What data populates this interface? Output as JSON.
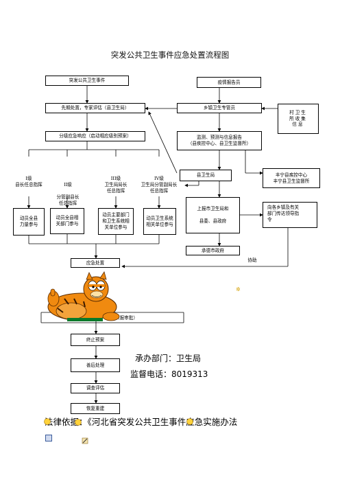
{
  "title": "突发公共卫生事件应急处置流程图",
  "left": {
    "event": "突发公共卫生事件",
    "initial": "先期处置，专家评估（县卫生局）",
    "graded": "分级应急响应（启动相应级别预案）",
    "levels": [
      {
        "name": "I级",
        "desc": "县长任总指挥"
      },
      {
        "name": "II级",
        "desc": "分管副县长\n任总指挥"
      },
      {
        "name": "III级",
        "desc": "卫生局局长\n任总指挥"
      },
      {
        "name": "IV级",
        "desc": "卫生局分管副局长\n任总指挥"
      }
    ],
    "actions": [
      "动员全县\n力量参与",
      "动员全县相\n关部门参与",
      "动员主要部门\n和卫生系统相\n关单位参与",
      "动员卫生系统\n相关单位参与"
    ],
    "response": "应急处置",
    "report_approval": "（报审批）",
    "terminate": "终止预案",
    "aftermath": "善后处理",
    "investigation": "调查评估",
    "recovery": "恢复重建"
  },
  "right": {
    "reporter": "疫情报告员",
    "township": "乡镇卫生专管员",
    "village": "村卫生\n所收集\n信息",
    "monitoring": "监测、预测与信息报告\n（县疾控中心、县卫生监督所）",
    "county_health": "县卫生局",
    "fengning": "丰宁县疾控中心\n丰宁县卫生监督所",
    "report_up": "上报市卫生局和\n\n县委、县政府",
    "notify": "向各乡镇及有关\n部门传达领导指\n令",
    "chengde": "承德市政府",
    "assist": "协助"
  },
  "footer": {
    "department": "承办部门：卫生局",
    "hotline": "监督电话：8019313",
    "legal": "法律依据：《河北省突发公共卫生事件应急实施办法"
  },
  "colors": {
    "line": "#000000",
    "garfield_orange": "#f08a10"
  }
}
